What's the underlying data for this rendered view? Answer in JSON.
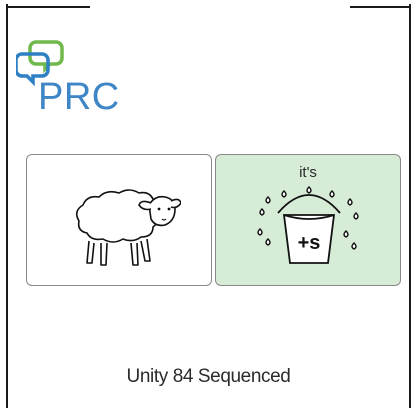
{
  "brand": {
    "logo_text": "PRC",
    "logo_icon": "speech-bubbles-icon",
    "color": "#3f86c7"
  },
  "buttons": [
    {
      "label": "",
      "icon": "sheep-icon",
      "background": "#ffffff"
    },
    {
      "label": "it's",
      "icon": "bucket-plus-s-icon",
      "background": "#d7ecd7"
    }
  ],
  "bucket": {
    "text": "+s"
  },
  "caption": "Unity 84 Sequenced"
}
